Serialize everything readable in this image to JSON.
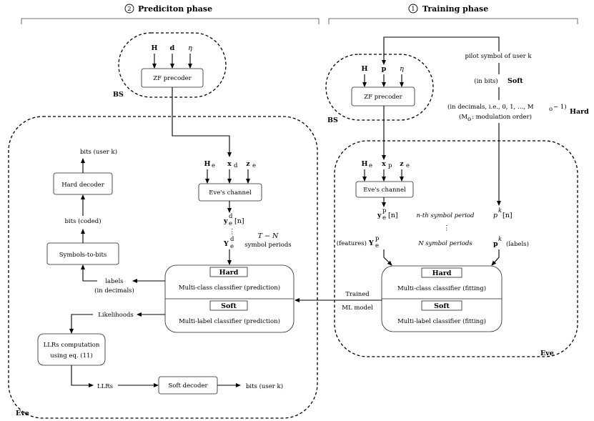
{
  "phases": {
    "prediction": {
      "number": "2",
      "title": "Prediciton phase"
    },
    "training": {
      "number": "1",
      "title": "Training phase"
    }
  },
  "prediction": {
    "bs_inputs": [
      "H",
      "d",
      "η"
    ],
    "precoder": "ZF precoder",
    "bs_label": "BS",
    "channel_inputs": [
      "H",
      "e",
      "x",
      "d",
      "z",
      "e"
    ],
    "channel": "Eve's channel",
    "y_main": "y",
    "y_sup": "d",
    "y_sub": "e",
    "y_arg": "[n]",
    "vdots": "⋮",
    "Y_main": "Y",
    "Y_sup": "d",
    "Y_sub": "e",
    "periods_top": "T − N",
    "periods_bottom": "symbol periods",
    "hard_tag": "Hard",
    "hard_classifier": "Multi-class classifier (prediction)",
    "soft_tag": "Soft",
    "soft_classifier": "Multi-label classifier (prediction)",
    "labels_top": "labels",
    "labels_bottom": "(in decimals)",
    "symbols_to_bits": "Symbols-to-bits",
    "bits_coded": "bits (coded)",
    "hard_decoder": "Hard decoder",
    "bits_user_top": "bits  (user k)",
    "likelihoods": "Likelihoods",
    "llr_line1": "LLRs computation",
    "llr_line2": "using eq. (11)",
    "llrs": "LLRs",
    "soft_decoder": "Soft decoder",
    "bits_user_bottom": "bits (user k)",
    "eve_label": "Eve"
  },
  "training": {
    "pilot": "pilot symbol of user k",
    "in_bits": "(in bits)",
    "soft": "Soft",
    "in_decimals": "(in decimals, i.e., 0, 1, …, M",
    "in_decimals_sub": "o",
    "in_decimals_end": " − 1)",
    "hard": "Hard",
    "mod_order": "(M",
    "mod_order_sub": "o",
    "mod_order_end": ": modulation order)",
    "bs_inputs": [
      "H",
      "p",
      "η"
    ],
    "precoder": "ZF precoder",
    "bs_label": "BS",
    "channel": "Eve's channel",
    "y_sup": "p",
    "n_th": "n-th symbol period",
    "vdots": "⋮",
    "n_periods": "N symbol periods",
    "pk_main": "p",
    "pk_sup": "k",
    "pk_arg": "[n]",
    "features": "(features)",
    "labels": "(labels)",
    "hard_tag": "Hard",
    "hard_classifier": "Multi-class classifier (fitting)",
    "soft_tag": "Soft",
    "soft_classifier": "Multi-label classifier (fitting)",
    "eve_label": "Eve"
  },
  "link": {
    "top": "Trained",
    "bottom": "ML model"
  }
}
